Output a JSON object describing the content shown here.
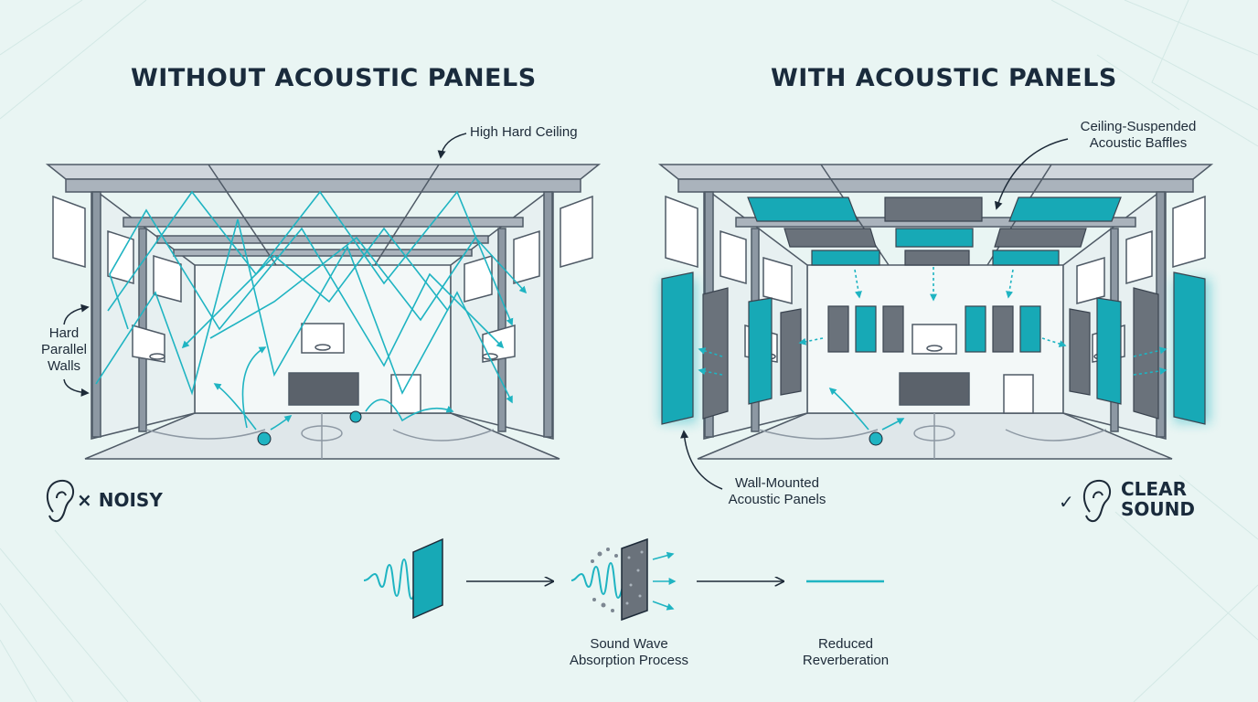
{
  "left_panel": {
    "title": "WITHOUT ACOUSTIC PANELS",
    "ceiling_label": "High Hard Ceiling",
    "walls_label_lines": [
      "Hard",
      "Parallel",
      "Walls"
    ],
    "status_mark": "×",
    "status_text": "NOISY"
  },
  "right_panel": {
    "title": "WITH ACOUSTIC PANELS",
    "baffles_label_lines": [
      "Ceiling-Suspended",
      "Acoustic Baffles"
    ],
    "wall_panels_label_lines": [
      "Wall-Mounted",
      "Acoustic Panels"
    ],
    "status_mark": "✓",
    "status_text_lines": [
      "CLEAR",
      "SOUND"
    ]
  },
  "process": {
    "absorption_label_lines": [
      "Sound Wave",
      "Absorption Process"
    ],
    "result_label_lines": [
      "Reduced",
      "Reverberation"
    ]
  },
  "colors": {
    "accent": "#1fb4c2",
    "panel_teal": "#17a9b6",
    "panel_gray": "#5b626b",
    "structure": "#7d8792",
    "text": "#1a2b3c",
    "background": "#e9f5f3"
  }
}
